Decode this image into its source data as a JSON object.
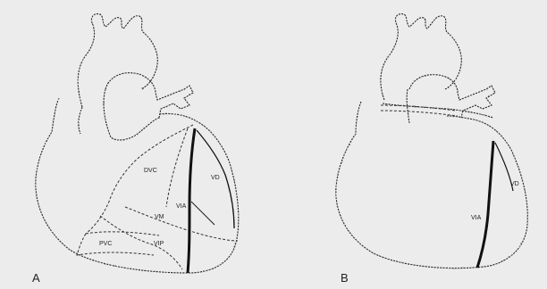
{
  "panels": [
    {
      "letter": "A",
      "labels": {
        "dvc": "DVC",
        "vd": "VD",
        "via": "VIA",
        "vm": "VM",
        "vip": "VIP",
        "pvc": "PVC"
      }
    },
    {
      "letter": "B",
      "labels": {
        "vd": "VD",
        "via": "VIA"
      }
    }
  ]
}
